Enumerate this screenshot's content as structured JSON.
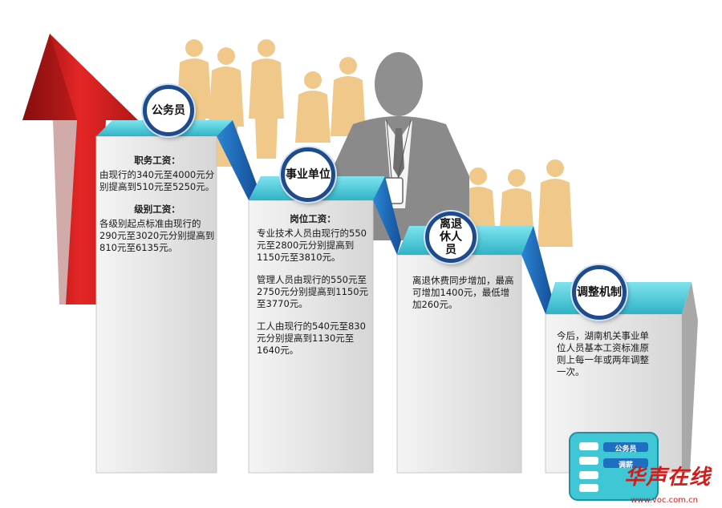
{
  "steps": [
    {
      "title": "公务员",
      "paragraphs": [
        {
          "heading": "职务工资：",
          "text": "由现行的340元至4000元分别提高到510元至5250元。"
        },
        {
          "heading": "级别工资：",
          "text": "各级别起点标准由现行的290元至3020元分别提高到810元至6135元。"
        }
      ]
    },
    {
      "title": "事业单位",
      "paragraphs": [
        {
          "heading": "岗位工资：",
          "text": "专业技术人员由现行的550元至2800元分别提高到1150元至3810元。"
        },
        {
          "heading": "",
          "text": "管理人员由现行的550元至2750元分别提高到1150元至3770元。"
        },
        {
          "heading": "",
          "text": "工人由现行的540元至830元分别提高到1130元至1640元。"
        }
      ]
    },
    {
      "title": "离退休人员",
      "paragraphs": [
        {
          "heading": "",
          "text": "离退休费同步增加，最高可增加1400元，最低增加260元。"
        }
      ]
    },
    {
      "title": "调整机制",
      "paragraphs": [
        {
          "heading": "",
          "text": "今后，湖南机关事业单位人员基本工资标准原则上每一年或两年调整一次。"
        }
      ]
    }
  ],
  "decor": {
    "machine_labels": [
      "公务员",
      "调薪"
    ],
    "watermark": "华声在线",
    "url": "www.voc.com.cn"
  },
  "colors": {
    "arrow": "#d81e1e",
    "step_top": "#3fc7d6",
    "step_side": "#1f6fc0",
    "badge_border": "#1f4a8c",
    "silhouette_gold": "#f0c98a",
    "silhouette_gray": "#8f8f8f",
    "watermark": "#d21c1c"
  },
  "icons": [
    "up-arrow-icon",
    "people-silhouette-icon",
    "businessman-silhouette-icon",
    "salary-machine-icon"
  ]
}
